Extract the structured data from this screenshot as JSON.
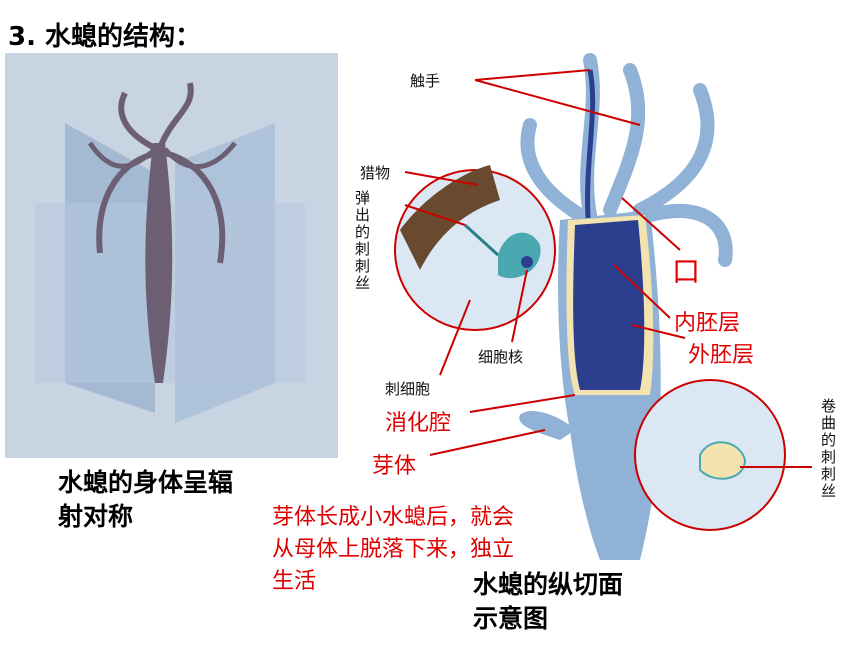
{
  "title": "3. 水螅的结构：",
  "labels": {
    "tentacle": "触手",
    "prey": "猎物",
    "ejected_thread": "弹出的刺刺丝",
    "nematocyte": "刺细胞",
    "nucleus": "细胞核",
    "mouth": "口",
    "endoderm": "内胚层",
    "ectoderm": "外胚层",
    "digestive_cavity": "消化腔",
    "bud": "芽体",
    "coiled_thread": "卷曲的刺刺丝"
  },
  "photo_caption": "水螅的身体呈辐射对称",
  "bud_note": "芽体长成小水螅后，就会从母体上脱落下来，独立生活",
  "diagram_caption": "水螅的纵切面示意图",
  "colors": {
    "label_red": "#e00000",
    "body_blue": "#8fb2d6",
    "cavity_blue": "#2c3f8f",
    "line_red": "#cc0000"
  }
}
